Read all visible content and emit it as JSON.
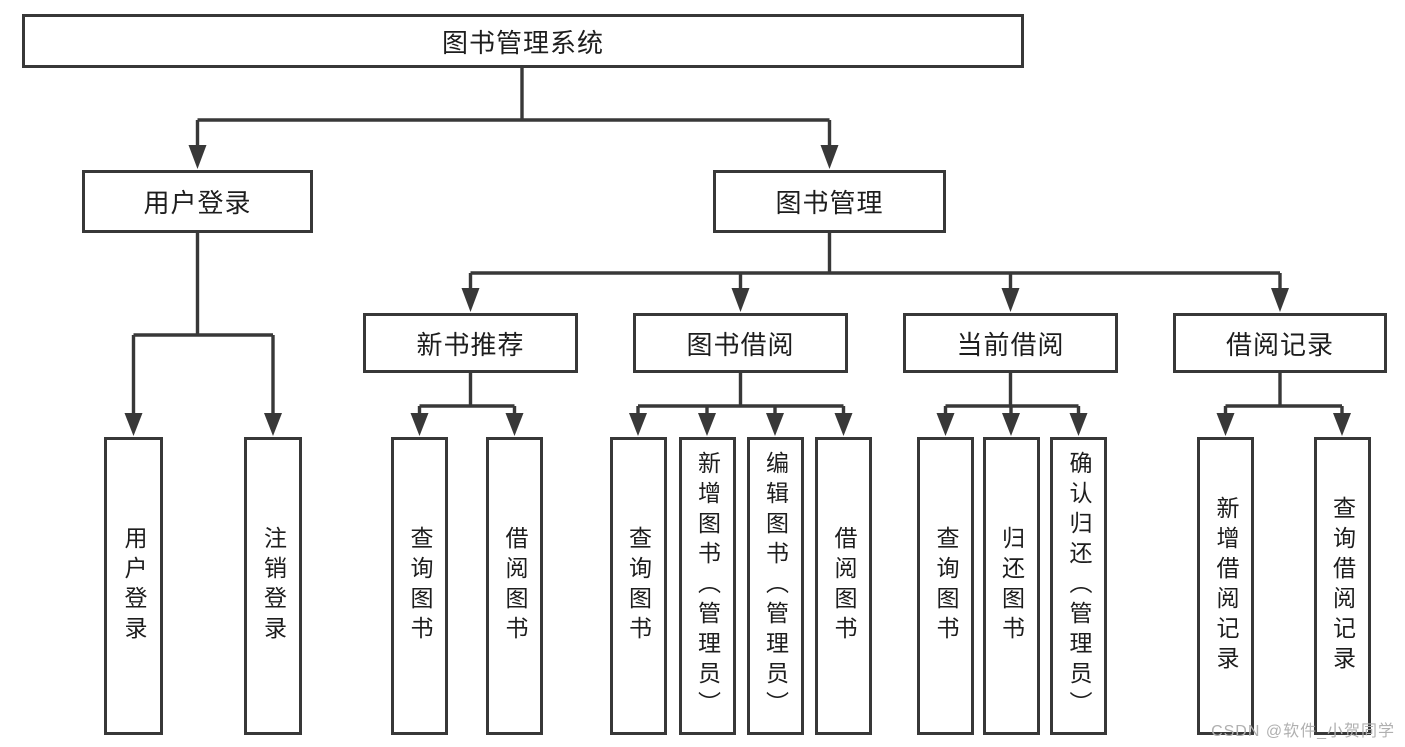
{
  "tree": {
    "label": "图书管理系统",
    "children": [
      {
        "label": "用户登录",
        "children": [
          {
            "label": "用户登录"
          },
          {
            "label": "注销登录"
          }
        ]
      },
      {
        "label": "图书管理",
        "children": [
          {
            "label": "新书推荐",
            "children": [
              {
                "label": "查询图书"
              },
              {
                "label": "借阅图书"
              }
            ]
          },
          {
            "label": "图书借阅",
            "children": [
              {
                "label": "查询图书"
              },
              {
                "label": "新增图书（管理员）"
              },
              {
                "label": "编辑图书（管理员）"
              },
              {
                "label": "借阅图书"
              }
            ]
          },
          {
            "label": "当前借阅",
            "children": [
              {
                "label": "查询图书"
              },
              {
                "label": "归还图书"
              },
              {
                "label": "确认归还（管理员）"
              }
            ]
          },
          {
            "label": "借阅记录",
            "children": [
              {
                "label": "新增借阅记录"
              },
              {
                "label": "查询借阅记录"
              }
            ]
          }
        ]
      }
    ]
  },
  "watermark": "CSDN @软件_小贺同学",
  "colors": {
    "line": "#383838",
    "text": "#1d1d1d",
    "watermark": "#b0b0b0"
  }
}
